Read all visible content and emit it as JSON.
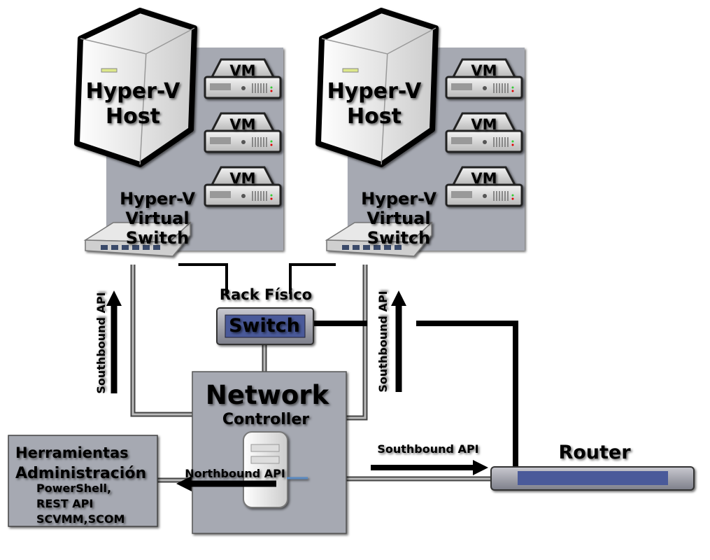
{
  "hosts": [
    {
      "title_line1": "Hyper-V",
      "title_line2": "Host",
      "vms": [
        "VM",
        "VM",
        "VM"
      ],
      "vswitch": [
        "Hyper-V",
        "Virtual",
        "Switch"
      ]
    },
    {
      "title_line1": "Hyper-V",
      "title_line2": "Host",
      "vms": [
        "VM",
        "VM",
        "VM"
      ],
      "vswitch": [
        "Hyper-V",
        "Virtual",
        "Switch"
      ]
    }
  ],
  "rack": {
    "label": "Rack Físico",
    "switch_label": "Switch"
  },
  "controller": {
    "title": "Network",
    "subtitle": "Controller"
  },
  "tools": {
    "title1": "Herramientas",
    "title2": "Administración",
    "items": [
      "PowerShell,",
      "REST API",
      "SCVMM,SCOM"
    ]
  },
  "router": {
    "label": "Router"
  },
  "apis": {
    "southbound_left": "Southbound API",
    "southbound_right": "Southbound API",
    "southbound_router": "Southbound API",
    "northbound": "Northbound API"
  },
  "colors": {
    "panel": "#a6a9b2",
    "line": "#9a9ca3"
  }
}
